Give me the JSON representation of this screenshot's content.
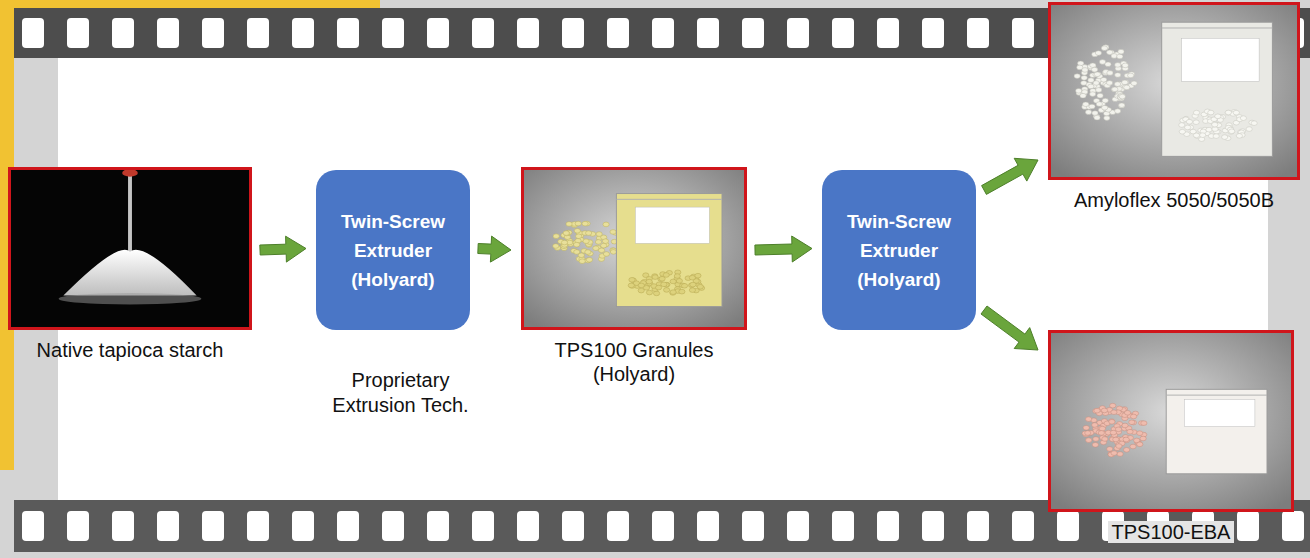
{
  "diagram": {
    "nodes": [
      {
        "text": [
          "Native tapioca starch"
        ]
      },
      {
        "text": [
          "Twin-Screw Extruder (Holyard)"
        ]
      },
      {
        "text": [
          "TPS100 Granules (Holyard)"
        ]
      },
      {
        "text": [
          "Twin-Screw Extruder (Holyard)"
        ]
      },
      {
        "text": [
          "Amyloflex 5050/5050B"
        ]
      },
      {
        "text": [
          "TPS100-EBA"
        ]
      }
    ],
    "edges": [
      {
        "from": 0,
        "to": 1,
        "arrow": "to"
      },
      {
        "from": 1,
        "to": 2,
        "arrow": "to"
      },
      {
        "from": 2,
        "to": 3,
        "arrow": "to"
      },
      {
        "from": 3,
        "to": 4,
        "arrow": "to"
      },
      {
        "from": 3,
        "to": 5,
        "arrow": "to"
      }
    ],
    "labels": [
      "Proprietary Extrusion Tech."
    ]
  }
}
